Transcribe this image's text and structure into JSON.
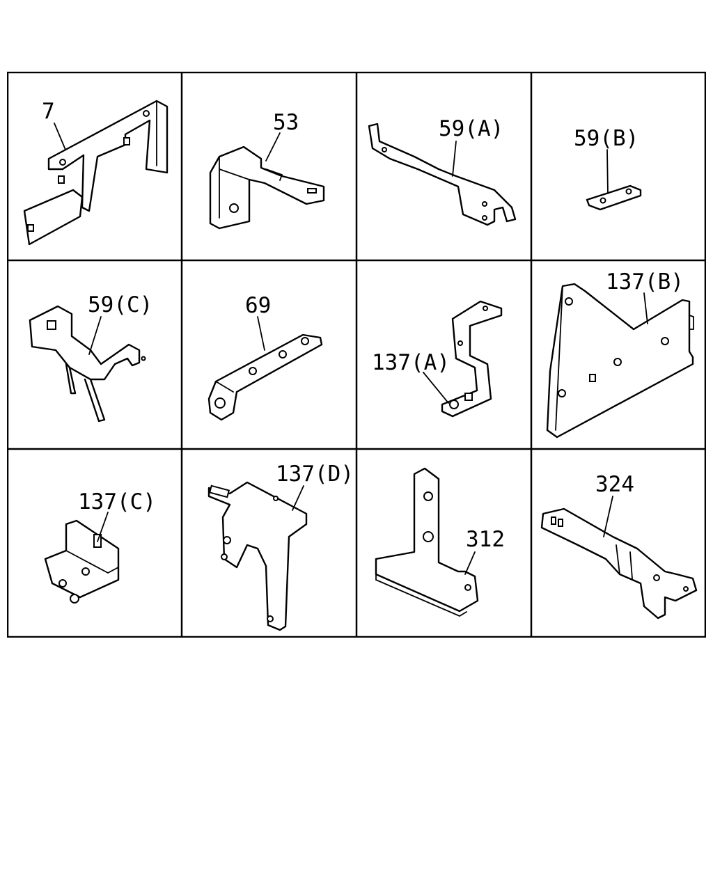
{
  "cells": [
    {
      "label": "7"
    },
    {
      "label": "53"
    },
    {
      "label": "59(A)"
    },
    {
      "label": "59(B)"
    },
    {
      "label": "59(C)"
    },
    {
      "label": "69"
    },
    {
      "label": "137(A)"
    },
    {
      "label": "137(B)"
    },
    {
      "label": "137(C)"
    },
    {
      "label": "137(D)"
    },
    {
      "label": "312"
    },
    {
      "label": "324"
    }
  ]
}
